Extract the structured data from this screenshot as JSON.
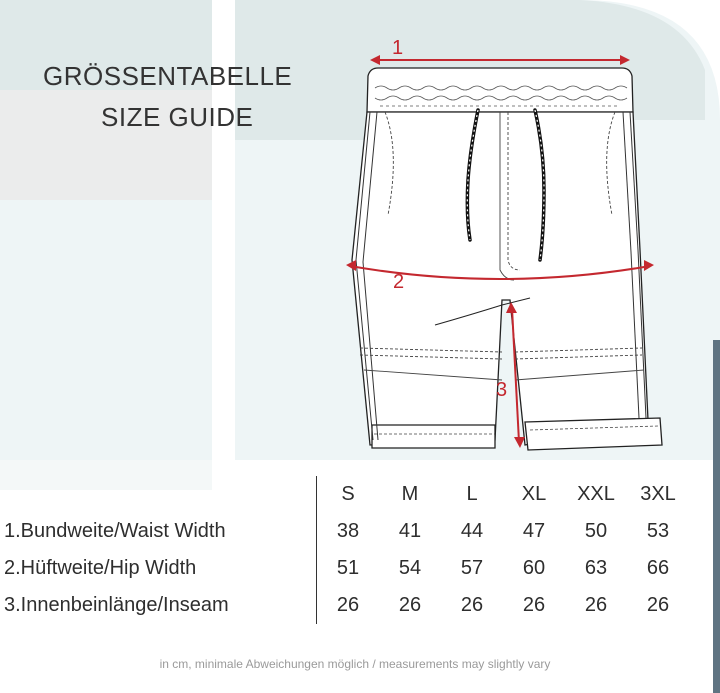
{
  "header": {
    "title_de": "GRÖSSENTABELLE",
    "title_en": "SIZE GUIDE"
  },
  "diagram": {
    "labels": [
      "1",
      "2",
      "3"
    ],
    "accent_color": "#c4282f"
  },
  "size_table": {
    "sizes": [
      "S",
      "M",
      "L",
      "XL",
      "XXL",
      "3XL"
    ],
    "rows": [
      {
        "label": "1.Bundweite/Waist Width",
        "values": [
          "38",
          "41",
          "44",
          "47",
          "50",
          "53"
        ]
      },
      {
        "label": "2.Hüftweite/Hip Width",
        "values": [
          "51",
          "54",
          "57",
          "60",
          "63",
          "66"
        ]
      },
      {
        "label": "3.Innenbeinlänge/Inseam",
        "values": [
          "26",
          "26",
          "26",
          "26",
          "26",
          "26"
        ]
      }
    ]
  },
  "footnote": "in cm, minimale Abweichungen möglich / measurements may slightly vary",
  "colors": {
    "background_band": "#dfe9e9",
    "light_band": "#edf4f5",
    "grey_band": "#e9eaea",
    "text": "#2e2e2e"
  }
}
